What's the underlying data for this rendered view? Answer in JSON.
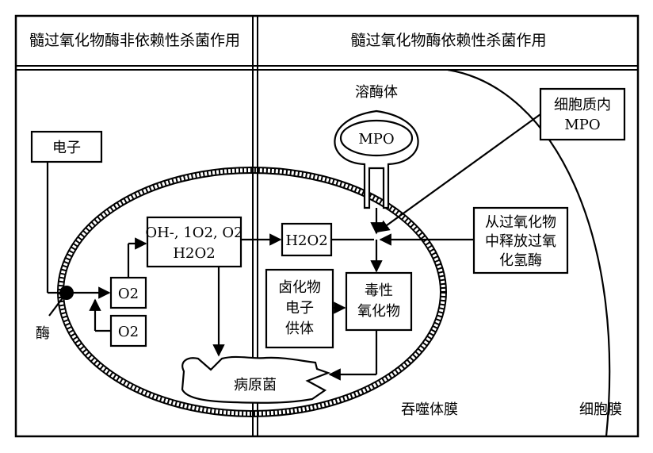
{
  "headers": {
    "left": "髓过氧化物酶非依赖性杀菌作用",
    "right": "髓过氧化物酶依赖性杀菌作用"
  },
  "labels": {
    "lysosome": "溶酶体",
    "mpo": "MPO",
    "cytoplasm_mpo_line1": "细胞质内",
    "cytoplasm_mpo_line2": "MPO",
    "electron": "电子",
    "enzyme": "酶",
    "o2_top": "O2",
    "o2_bottom": "O2",
    "ros_line1": "OH-, 1O2, O2",
    "ros_line2": "H2O2",
    "h2o2": "H2O2",
    "superoxide_release_line1": "从过氧化物",
    "superoxide_release_line2": "中释放过氧",
    "superoxide_release_line3": "化氢酶",
    "halide_line1": "卤化物",
    "halide_line2": "电子",
    "halide_line3": "供体",
    "toxic_line1": "毒性",
    "toxic_line2": "氧化物",
    "pathogen": "病原菌",
    "phagosome_membrane": "吞噬体膜",
    "cell_membrane": "细胞膜"
  }
}
